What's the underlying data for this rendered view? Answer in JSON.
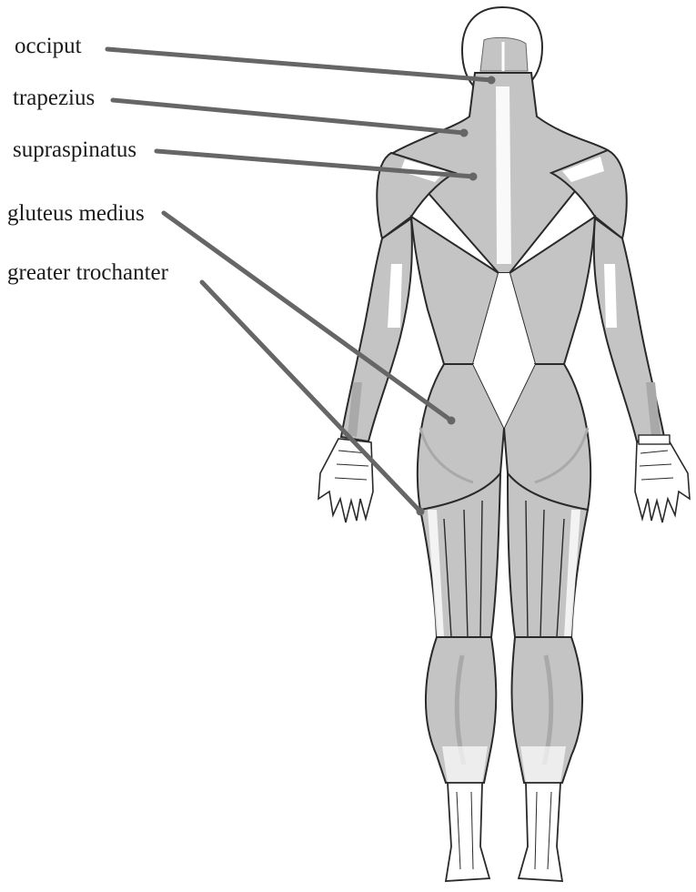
{
  "labels": {
    "occiput": "occiput",
    "trapezius": "trapezius",
    "supraspinatus": "supraspinatus",
    "gluteus_medius": "gluteus medius",
    "greater_trochanter": "greater trochanter"
  },
  "colors": {
    "muscle": "#c4c4c4",
    "muscle_dark": "#a9a9a9",
    "outline": "#2a2a2a",
    "pointer": "#666666",
    "tendon": "#ffffff"
  }
}
